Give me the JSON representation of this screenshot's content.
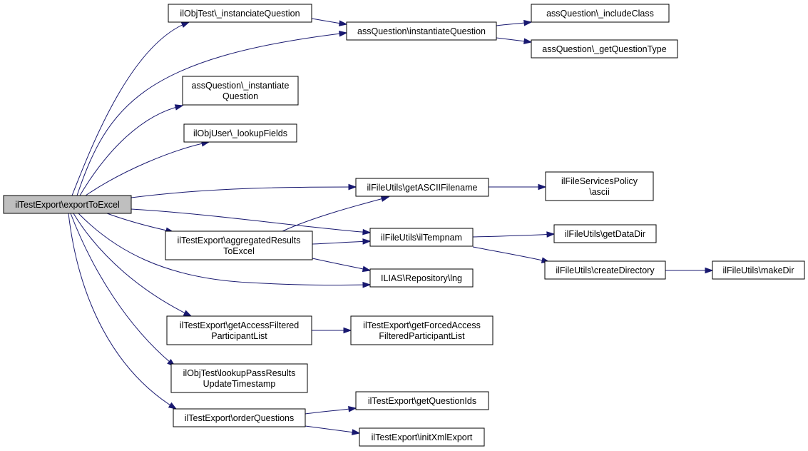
{
  "nodes": [
    {
      "id": "root",
      "lines": [
        "ilTestExport\\exportToExcel"
      ]
    },
    {
      "id": "n_instanciate",
      "lines": [
        "ilObjTest\\_instanciateQuestion"
      ]
    },
    {
      "id": "n_instantiateQ",
      "lines": [
        "assQuestion\\instantiateQuestion"
      ]
    },
    {
      "id": "n_includeClass",
      "lines": [
        "assQuestion\\_includeClass"
      ]
    },
    {
      "id": "n_getQType",
      "lines": [
        "assQuestion\\_getQuestionType"
      ]
    },
    {
      "id": "n_instQ2",
      "lines": [
        "assQuestion\\_instantiate",
        "Question"
      ]
    },
    {
      "id": "n_lookupFields",
      "lines": [
        "ilObjUser\\_lookupFields"
      ]
    },
    {
      "id": "n_getAscii",
      "lines": [
        "ilFileUtils\\getASCIIFilename"
      ]
    },
    {
      "id": "n_policyAscii",
      "lines": [
        "ilFileServicesPolicy",
        "\\ascii"
      ]
    },
    {
      "id": "n_aggregated",
      "lines": [
        "ilTestExport\\aggregatedResults",
        "ToExcel"
      ]
    },
    {
      "id": "n_tempnam",
      "lines": [
        "ilFileUtils\\ilTempnam"
      ]
    },
    {
      "id": "n_getDataDir",
      "lines": [
        "ilFileUtils\\getDataDir"
      ]
    },
    {
      "id": "n_createDir",
      "lines": [
        "ilFileUtils\\createDirectory"
      ]
    },
    {
      "id": "n_makeDir",
      "lines": [
        "ilFileUtils\\makeDir"
      ]
    },
    {
      "id": "n_lng",
      "lines": [
        "ILIAS\\Repository\\lng"
      ]
    },
    {
      "id": "n_accessFiltered",
      "lines": [
        "ilTestExport\\getAccessFiltered",
        "ParticipantList"
      ]
    },
    {
      "id": "n_forcedAccess",
      "lines": [
        "ilTestExport\\getForcedAccess",
        "FilteredParticipantList"
      ]
    },
    {
      "id": "n_lookupPass",
      "lines": [
        "ilObjTest\\lookupPassResults",
        "UpdateTimestamp"
      ]
    },
    {
      "id": "n_orderQ",
      "lines": [
        "ilTestExport\\orderQuestions"
      ]
    },
    {
      "id": "n_getQIds",
      "lines": [
        "ilTestExport\\getQuestionIds"
      ]
    },
    {
      "id": "n_initXml",
      "lines": [
        "ilTestExport\\initXmlExport"
      ]
    }
  ],
  "edges": [
    [
      "root",
      "n_instanciate"
    ],
    [
      "root",
      "n_instantiateQ"
    ],
    [
      "root",
      "n_instQ2"
    ],
    [
      "root",
      "n_lookupFields"
    ],
    [
      "root",
      "n_getAscii"
    ],
    [
      "root",
      "n_aggregated"
    ],
    [
      "root",
      "n_tempnam"
    ],
    [
      "root",
      "n_lng"
    ],
    [
      "root",
      "n_accessFiltered"
    ],
    [
      "root",
      "n_lookupPass"
    ],
    [
      "root",
      "n_orderQ"
    ],
    [
      "n_instanciate",
      "n_instantiateQ"
    ],
    [
      "n_instantiateQ",
      "n_includeClass"
    ],
    [
      "n_instantiateQ",
      "n_getQType"
    ],
    [
      "n_getAscii",
      "n_policyAscii"
    ],
    [
      "n_aggregated",
      "n_getAscii"
    ],
    [
      "n_aggregated",
      "n_tempnam"
    ],
    [
      "n_aggregated",
      "n_lng"
    ],
    [
      "n_tempnam",
      "n_getDataDir"
    ],
    [
      "n_tempnam",
      "n_createDir"
    ],
    [
      "n_createDir",
      "n_makeDir"
    ],
    [
      "n_accessFiltered",
      "n_forcedAccess"
    ],
    [
      "n_orderQ",
      "n_getQIds"
    ],
    [
      "n_orderQ",
      "n_initXml"
    ]
  ]
}
